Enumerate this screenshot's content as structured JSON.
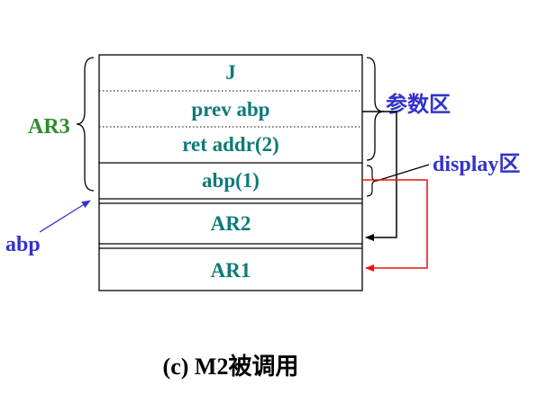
{
  "colors": {
    "row_text": "#0e7a7a",
    "ar3_label": "#2e8b2e",
    "blue_label": "#3333cc",
    "red_arrow": "#ee1111",
    "line": "#000000"
  },
  "stack": {
    "rows": [
      "J",
      "prev abp",
      "ret addr(2)",
      "abp(1)",
      "AR2",
      "AR1"
    ]
  },
  "labels": {
    "ar3": "AR3",
    "abp": "abp",
    "params": "参数区",
    "display": "display区"
  },
  "caption": "(c) M2被调用"
}
